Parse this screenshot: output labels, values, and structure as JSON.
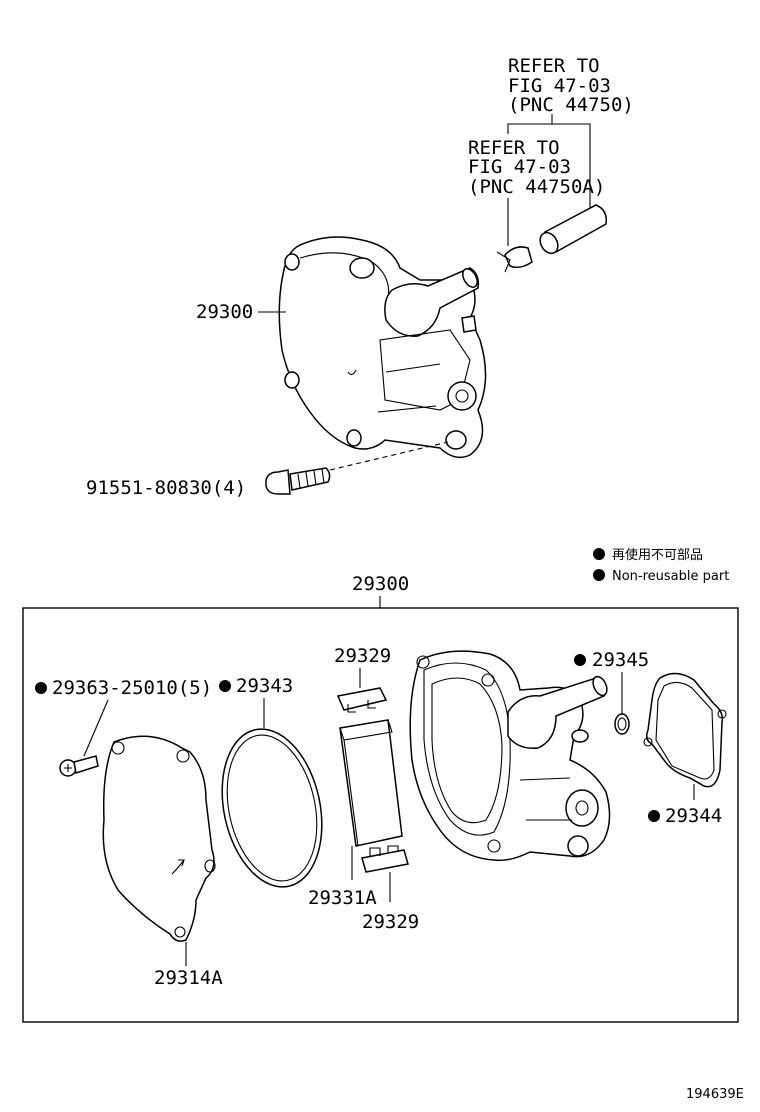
{
  "top": {
    "refer1": [
      "REFER TO",
      "FIG 47-03",
      "(PNC 44750)"
    ],
    "refer2": [
      "REFER TO",
      "FIG 47-03",
      "(PNC 44750A)"
    ],
    "pump_label": "29300",
    "bolt_label": "91551-80830(4)"
  },
  "legend": {
    "jp": "再使用不可部品",
    "en": "Non-reusable part"
  },
  "bottom": {
    "assembly_label": "29300",
    "screw_label": "29363-25010(5)",
    "oring_label": "29343",
    "cap_top_label": "29329",
    "vane_label": "29331A",
    "cap_bottom_label": "29329",
    "cover_label": "29314A",
    "small_oring_label": "29345",
    "gasket_label": "29344"
  },
  "figure_id": "194639E"
}
